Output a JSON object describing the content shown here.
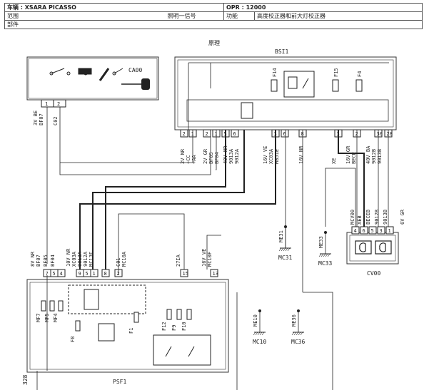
{
  "header": {
    "vehicle": "车辆 : XSARA PICASSO",
    "opr": "OPR : 12000",
    "scope_label": "范围",
    "lighting_label": "照明一信号",
    "function_label": "功能",
    "function_value": "高度校正器和前大灯校正器",
    "part_label": "部件"
  },
  "diagram": {
    "title": "原理",
    "bsi_label": "BSI1",
    "ca00_label": "CA00",
    "cv00_label": "CV00",
    "psf1_label": "PSF1",
    "bsi_fuses": [
      "F14",
      "F15",
      "F4"
    ],
    "bsi_pins": [
      "2",
      "1",
      "2",
      "1",
      "5",
      "6",
      "3",
      "6",
      "8",
      "3",
      "2",
      "30",
      "28"
    ],
    "bsi_wire_labels": [
      {
        "text": "2V NR"
      },
      {
        "text": "+CC"
      },
      {
        "text": "+AA"
      },
      {
        "text": "2V GR"
      },
      {
        "text": "BF05"
      },
      {
        "text": "BF04"
      },
      {
        "text": "40V NR"
      },
      {
        "text": "9013A"
      },
      {
        "text": "9012A"
      },
      {
        "text": "16V VE"
      },
      {
        "text": "XC03A"
      },
      {
        "text": "MB51E"
      },
      {
        "text": "16V NR"
      },
      {
        "text": "XE"
      },
      {
        "text": "16V GR"
      },
      {
        "text": "BECE"
      },
      {
        "text": "40V BA"
      },
      {
        "text": "9012B"
      },
      {
        "text": "9013B"
      }
    ],
    "ca00_pins": [
      "1",
      "2"
    ],
    "ca00_wire_labels": [
      "3V BE",
      "BF07",
      "C02"
    ],
    "psf1_pins": [
      "7",
      "5",
      "4",
      "9",
      "5",
      "1",
      "8",
      "2",
      "15",
      "13"
    ],
    "psf1_wire_labels": [
      "8V NR",
      "BF07",
      "BF05",
      "BF04",
      "10V NR",
      "XC03A",
      "9013A",
      "9012A",
      "MC13F",
      "C01",
      "MC10A",
      "27IA",
      "16V VE",
      "MC10F"
    ],
    "psf1_fuses": [
      "MF7",
      "MF5",
      "MF4",
      "F8",
      "F1",
      "F12",
      "F9",
      "F10"
    ],
    "cv00_pins": [
      "4",
      "6",
      "5",
      "3",
      "1"
    ],
    "cv00_wire_labels": [
      "MCV00",
      "XEB",
      "BECEB",
      "9012B",
      "9013B",
      "6V GR"
    ],
    "grounds": [
      {
        "conn": "ME31",
        "label": "MC31"
      },
      {
        "conn": "ME33",
        "label": "MC33"
      },
      {
        "conn": "ME10",
        "label": "MC10"
      },
      {
        "conn": "ME36",
        "label": "MC36"
      }
    ],
    "bottom_left": "328"
  }
}
